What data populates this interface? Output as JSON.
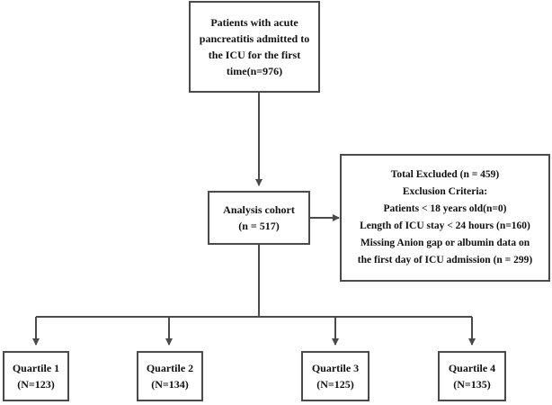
{
  "start_box": {
    "lines": [
      "Patients with acute",
      "pancreatitis admitted to",
      "the ICU for the first",
      "time(n=976)"
    ]
  },
  "analysis_box": {
    "lines": [
      "Analysis cohort",
      "(n = 517)"
    ]
  },
  "excluded_box": {
    "lines": [
      "Total Excluded (n = 459)",
      "Exclusion Criteria:",
      "Patients < 18 years old(n=0)",
      "Length of ICU stay < 24 hours (n=160)",
      "Missing Anion gap or albumin data on",
      "the first day of ICU admission (n = 299)"
    ]
  },
  "quartiles": [
    {
      "label": "Quartile 1",
      "count": "(N=123)"
    },
    {
      "label": "Quartile 2",
      "count": "(N=134)"
    },
    {
      "label": "Quartile 3",
      "count": "(N=125)"
    },
    {
      "label": "Quartile 4",
      "count": "(N=135)"
    }
  ],
  "colors": {
    "border": "#4a4a4a",
    "line": "#4a4a4a",
    "text": "#111111"
  }
}
